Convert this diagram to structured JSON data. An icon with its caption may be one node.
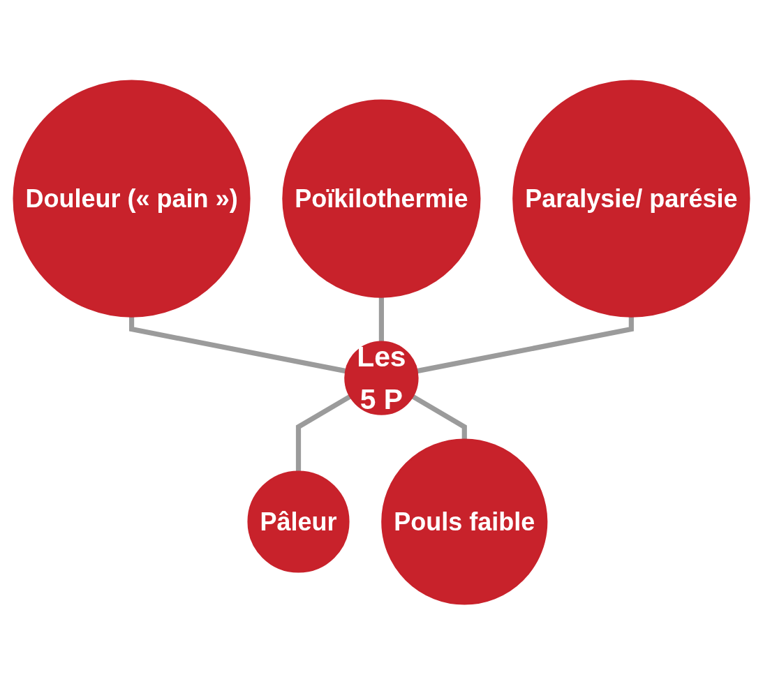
{
  "diagram": {
    "nodes": [
      {
        "text": [
          "Douleur (« pain »)"
        ]
      },
      {
        "text": [
          "Poïkilothermie"
        ]
      },
      {
        "text": [
          "Paralysie/ parésie"
        ]
      },
      {
        "text": [
          "Les",
          "5 P"
        ]
      },
      {
        "text": [
          "Pâleur"
        ]
      },
      {
        "text": [
          "Pouls faible"
        ]
      }
    ],
    "edges": [
      {
        "from": 0,
        "to": 3,
        "arrow": "none"
      },
      {
        "from": 1,
        "to": 3,
        "arrow": "none"
      },
      {
        "from": 2,
        "to": 3,
        "arrow": "none"
      },
      {
        "from": 3,
        "to": 4,
        "arrow": "none"
      },
      {
        "from": 3,
        "to": 5,
        "arrow": "none"
      }
    ]
  }
}
